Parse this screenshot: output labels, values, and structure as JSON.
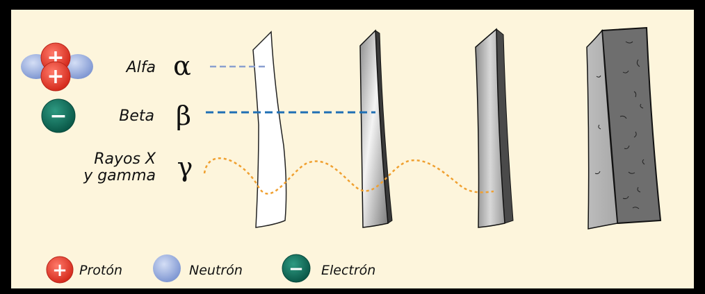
{
  "radiation": {
    "alpha": {
      "name": "Alfa",
      "symbol": "α"
    },
    "beta": {
      "name": "Beta",
      "symbol": "β"
    },
    "gamma": {
      "name_line1": "Rayos X",
      "name_line2": "y gamma",
      "symbol": "γ"
    }
  },
  "particles": {
    "proton_sign": "+",
    "electron_sign": "−"
  },
  "legend": {
    "proton": "Protón",
    "neutron": "Neutrón",
    "electron": "Electrón"
  },
  "colors": {
    "background": "#fdf5dc",
    "frame": "#000000",
    "proton": "#e8392b",
    "neutron": "#8ea6dd",
    "electron": "#0e6b59",
    "alpha_ray": "#8a9fd0",
    "beta_ray": "#1f6fb4",
    "gamma_ray": "#f0a030"
  }
}
